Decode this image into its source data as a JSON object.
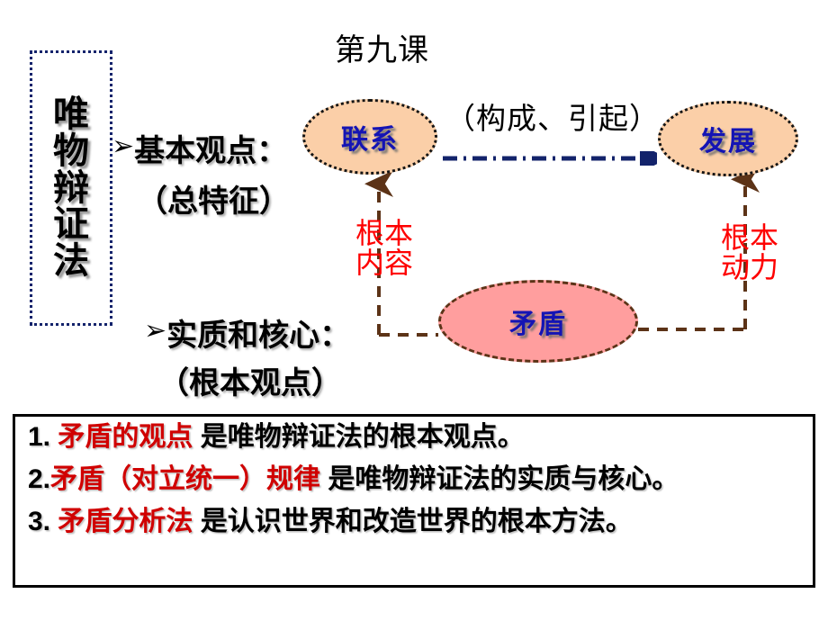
{
  "title": "第九课",
  "colors": {
    "ellipse_fill_peach": "#FBCFA8",
    "ellipse_fill_pink": "#FF9E9E",
    "ellipse_label_blue": "#1414B4",
    "connector_brown": "#5C3317",
    "arrow_navy": "#13236B",
    "highlight_red": "#D00000",
    "label_red": "#FE0000",
    "box_border_navy": "#13236B"
  },
  "vertical_label": {
    "chars": [
      "唯",
      "物",
      "辩",
      "证",
      "法"
    ],
    "full_text": "唯物辩证法"
  },
  "rows": {
    "basic_view": {
      "bullet": "➢",
      "label": "基本观点：",
      "sub": "（总特征）"
    },
    "essence": {
      "bullet": "➢",
      "label": "实质和核心：",
      "sub": "（根本观点）"
    }
  },
  "diagram": {
    "ellipses": [
      {
        "id": "lianxi",
        "label": "联系",
        "fill": "#FBCFA8",
        "border_style": "dotted"
      },
      {
        "id": "fazhan",
        "label": "发展",
        "fill": "#FBCFA8",
        "border_style": "dotted"
      },
      {
        "id": "maodun",
        "label": "矛盾",
        "fill": "#FF9E9E",
        "border_style": "dashed"
      }
    ],
    "relation_note": "（构成、引起）",
    "connector_labels": [
      {
        "id": "genben-neirong",
        "text": "根本\n内容",
        "line1": "根本",
        "line2": "内容"
      },
      {
        "id": "genben-dongli",
        "text": "根本\n动力",
        "line1": "根本",
        "line2": "动力"
      }
    ]
  },
  "conclusion": {
    "lines": [
      {
        "num": "1.",
        "highlight": " 矛盾的观点 ",
        "rest": "是唯物辩证法的根本观点。"
      },
      {
        "num": "2.",
        "highlight": "矛盾（对立统一）规律 ",
        "rest": "是唯物辩证法的实质与核心。"
      },
      {
        "num": "3.",
        "highlight": " 矛盾分析法 ",
        "rest": "是认识世界和改造世界的根本方法。"
      }
    ]
  }
}
